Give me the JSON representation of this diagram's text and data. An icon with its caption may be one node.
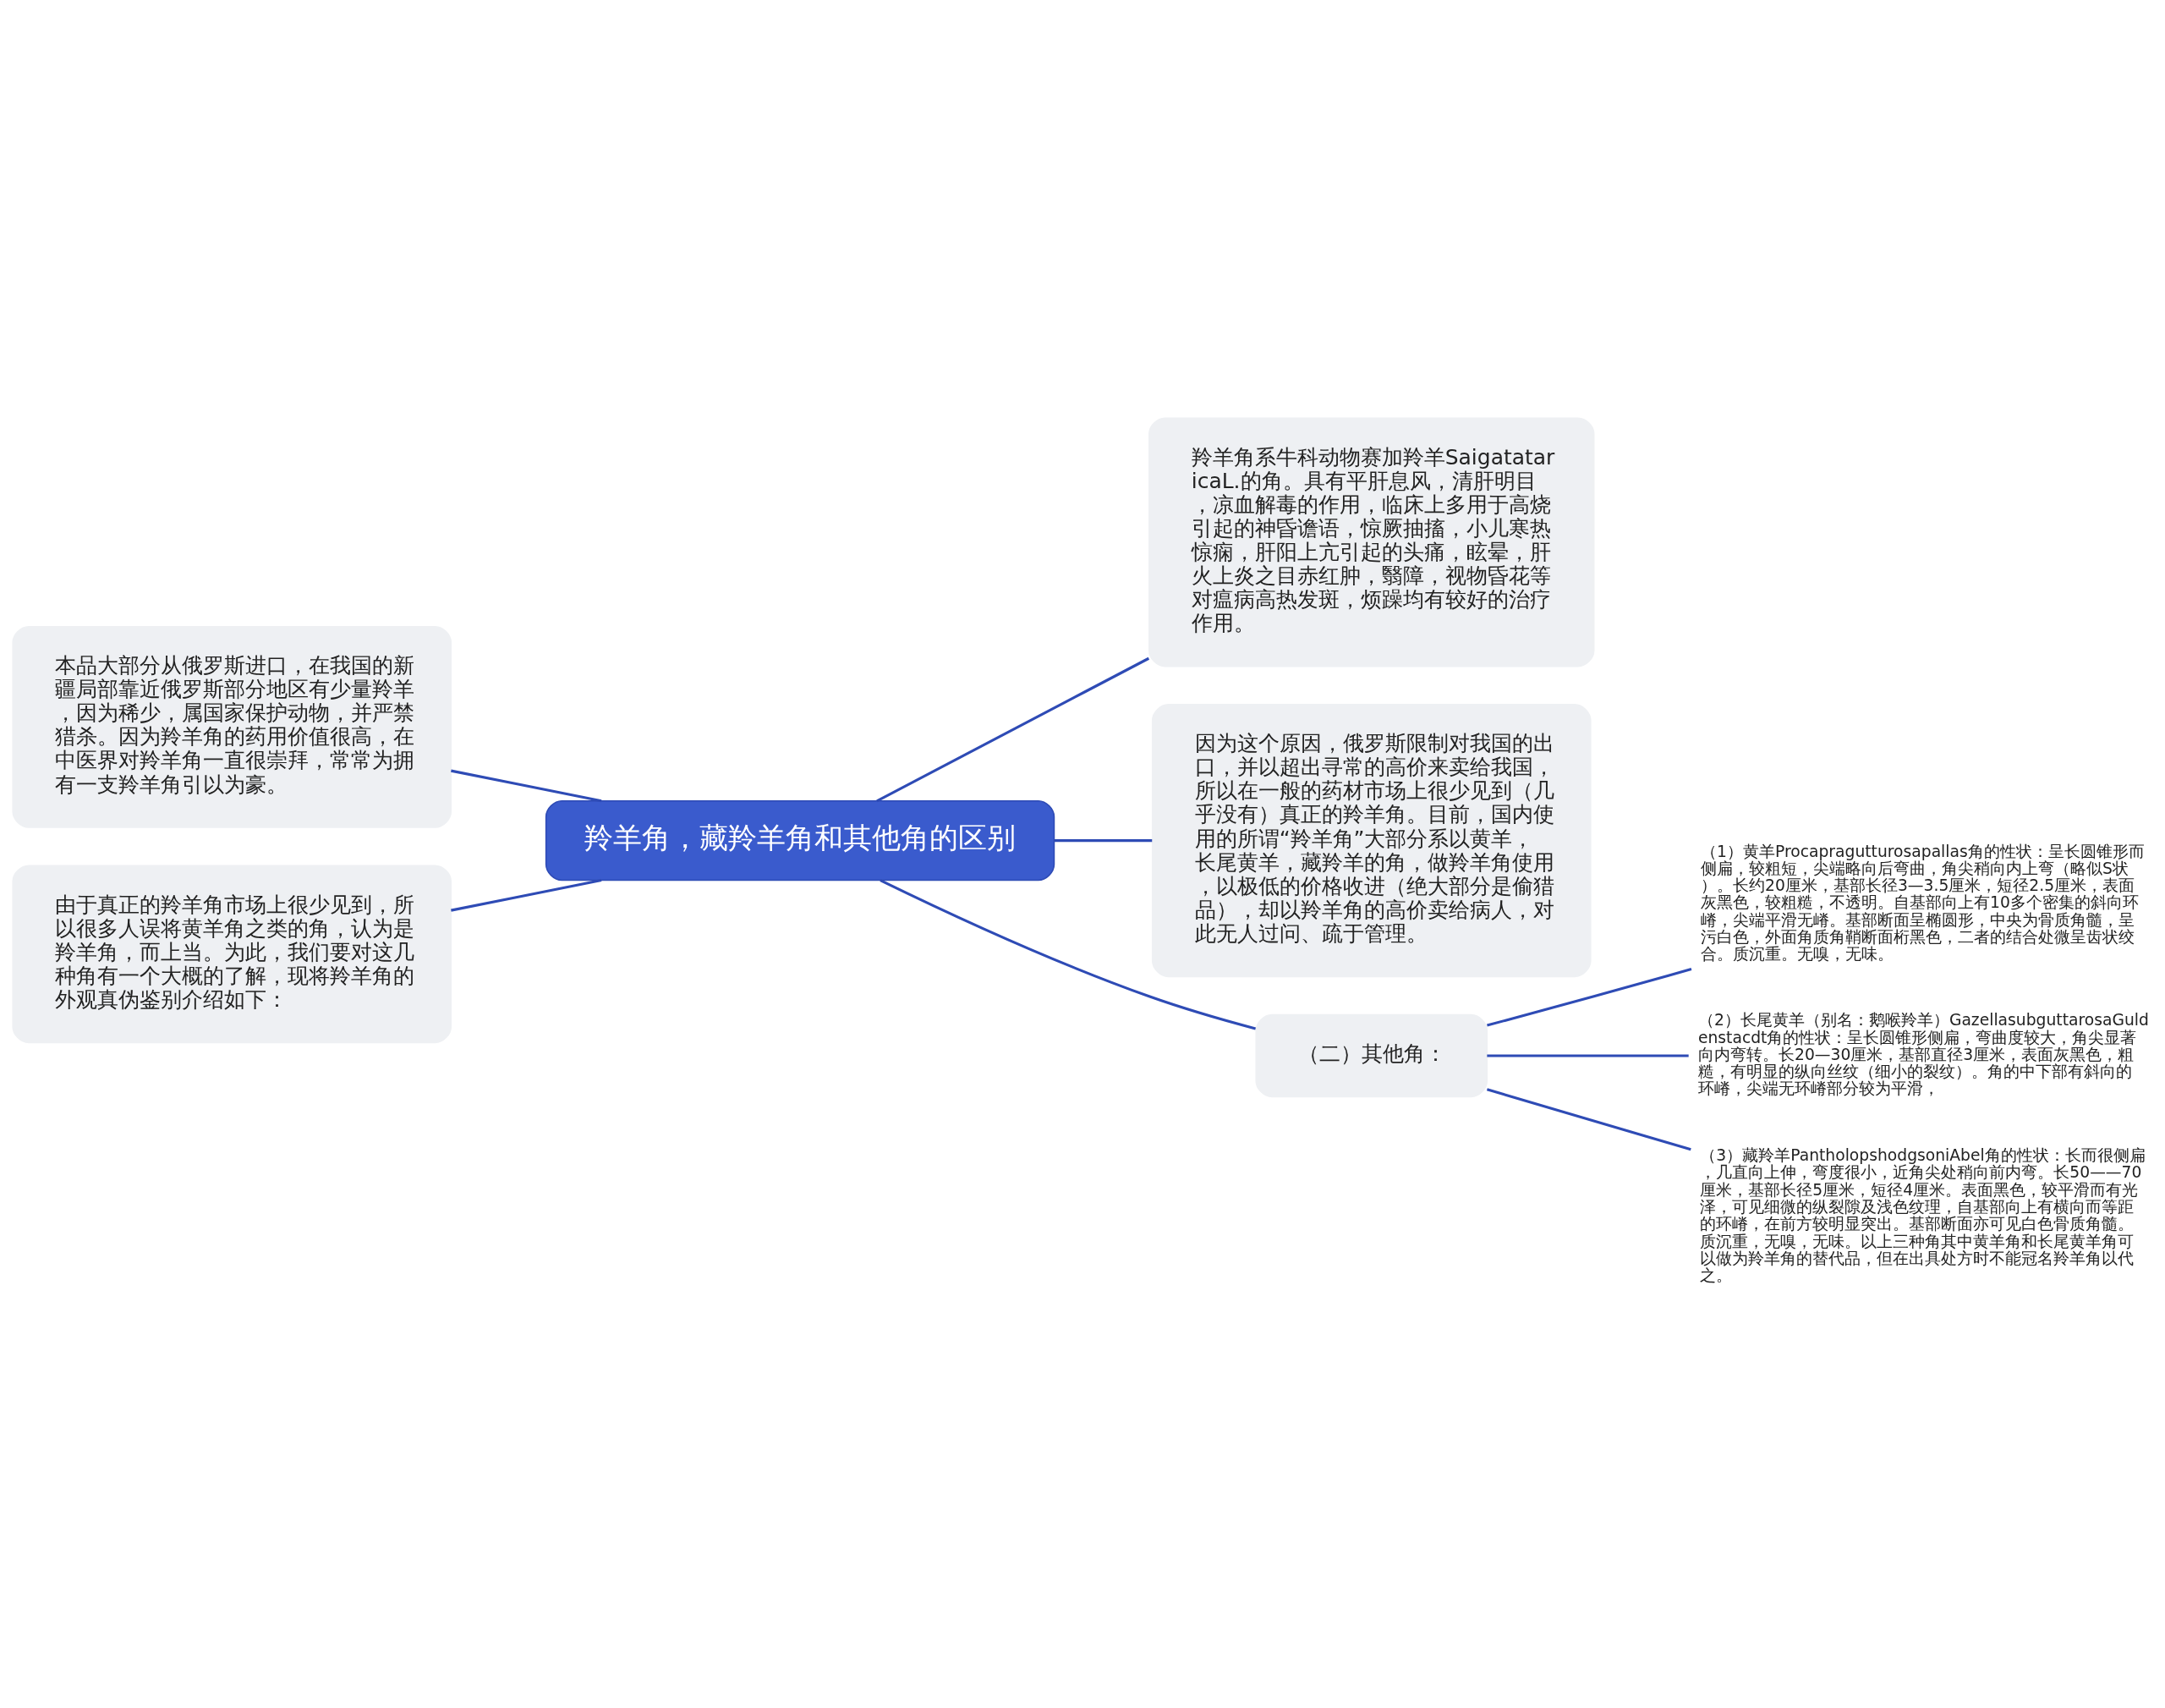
{
  "diagram": {
    "nodes": [
      {
        "text": [
          "羚羊角，藏羚羊角和其他角的区别"
        ]
      },
      {
        "text": [
          "羚羊角系牛科动物赛加羚羊SaigatataricaL.的角。具有平肝息风，清肝明目，凉血解毒的作用，临床上多用于高烧引起的神昏谵语，惊厥抽搐，小儿寒热惊痫，肝阳上亢引起的头痛，眩晕，肝火上炎之目赤红肿，翳障，视物昏花等对瘟病高热发斑，烦躁均有较好的治疗作用。"
        ]
      },
      {
        "text": [
          "因为这个原因，俄罗斯限制对我国的出口，并以超出寻常的高价来卖给我国，所以在一般的药材市场上很少见到（几乎没有）真正的羚羊角。目前，国内使用的所谓“羚羊角”大部分系以黄羊，长尾黄羊，藏羚羊的角，做羚羊角使用，以极低的价格收进（绝大部分是偷猎品），却以羚羊角的高价卖给病人，对此无人过问、疏于管理。"
        ]
      },
      {
        "text": [
          "（二）其他角："
        ]
      },
      {
        "text": [
          "（1）黄羊Procapragutturosapallas角的性状：呈长圆锥形而侧扁，较粗短，尖端略向后弯曲，角尖稍向内上弯（略似S状）。长约20厘米，基部长径3—3.5厘米，短径2.5厘米，表面灰黑色，较粗糙，不透明。自基部向上有10多个密集的斜向环嵴，尖端平滑无嵴。基部断面呈椭圆形，中央为骨质角髓，呈污白色，外面角质角鞘断面桁黑色，二者的结合处微呈齿状绞合。质沉重。无嗅，无味。"
        ]
      },
      {
        "text": [
          "（2）长尾黄羊（别名：鹅喉羚羊）GazellasubguttarosaGuldenstacdt角的性状：呈长圆锥形侧扁，弯曲度较大，角尖显著向内弯转。长20—30厘米，基部直径3厘米，表面灰黑色，粗糙，有明显的纵向丝纹（细小的裂纹）。角的中下部有斜向的环嵴，尖端无环嵴部分较为平滑，"
        ]
      },
      {
        "text": [
          "（3）藏羚羊PantholopshodgsoniAbel角的性状：长而很侧扁，几直向上伸，弯度很小，近角尖处稍向前内弯。长50——70厘米，基部长径5厘米，短径4厘米。表面黑色，较平滑而有光泽，可见细微的纵裂隙及浅色纹理，自基部向上有横向而等距的环嵴，在前方较明显突出。基部断面亦可见白色骨质角髓。质沉重，无嗅，无味。以上三种角其中黄羊角和长尾黄羊角可以做为羚羊角的替代品，但在出具处方时不能冠名羚羊角以代之。"
        ]
      },
      {
        "text": [
          "本品大部分从俄罗斯进口，在我国的新疆局部靠近俄罗斯部分地区有少量羚羊，因为稀少，属国家保护动物，并严禁猎杀。因为羚羊角的药用价值很高，在中医界对羚羊角一直很崇拜，常常为拥有一支羚羊角引以为豪。"
        ]
      },
      {
        "text": [
          "由于真正的羚羊角市场上很少见到，所以很多人误将黄羊角之类的角，认为是羚羊角，而上当。为此，我们要对这几种角有一个大概的了解，现将羚羊角的外观真伪鉴别介绍如下："
        ]
      }
    ],
    "edges": [
      {
        "from": 0,
        "to": 1,
        "arrow": "none"
      },
      {
        "from": 0,
        "to": 2,
        "arrow": "none"
      },
      {
        "from": 0,
        "to": 3,
        "arrow": "none"
      },
      {
        "from": 3,
        "to": 4,
        "arrow": "none"
      },
      {
        "from": 3,
        "to": 5,
        "arrow": "none"
      },
      {
        "from": 3,
        "to": 6,
        "arrow": "none"
      },
      {
        "from": 0,
        "to": 7,
        "arrow": "none"
      },
      {
        "from": 0,
        "to": 8,
        "arrow": "none"
      }
    ]
  }
}
